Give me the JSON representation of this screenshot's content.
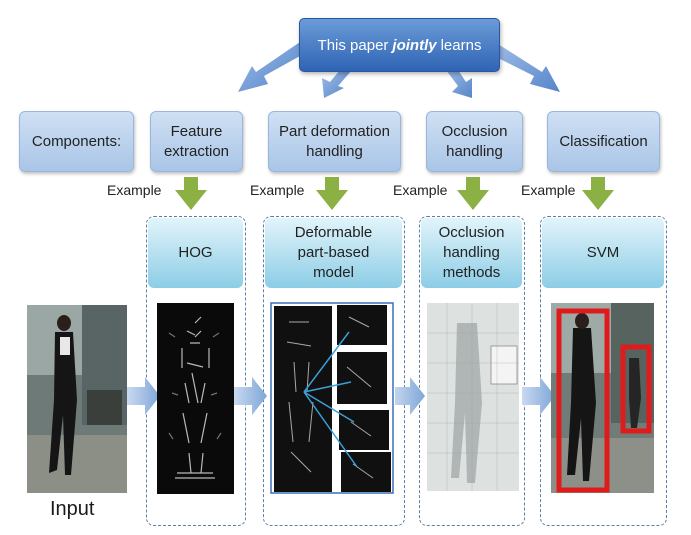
{
  "top": {
    "prefix": "This paper",
    "emphasis": "jointly",
    "suffix": "learns"
  },
  "components_label": "Components:",
  "components": [
    {
      "label": "Feature\nextraction"
    },
    {
      "label": "Part deformation\nhandling"
    },
    {
      "label": "Occlusion\nhandling"
    },
    {
      "label": "Classification"
    }
  ],
  "example_label": "Example",
  "examples": [
    {
      "label": "HOG"
    },
    {
      "label": "Deformable\npart-based\nmodel"
    },
    {
      "label": "Occlusion\nhandling\nmethods"
    },
    {
      "label": "SVM"
    }
  ],
  "input_label": "Input",
  "colors": {
    "top_box": "#2f64b4",
    "component_box": "#b8d0ec",
    "example_box": "#8ccde6",
    "arrow_green": "#8bb043",
    "arrow_blue": "#7fa6d8",
    "detection_box": "#e01b1b"
  }
}
